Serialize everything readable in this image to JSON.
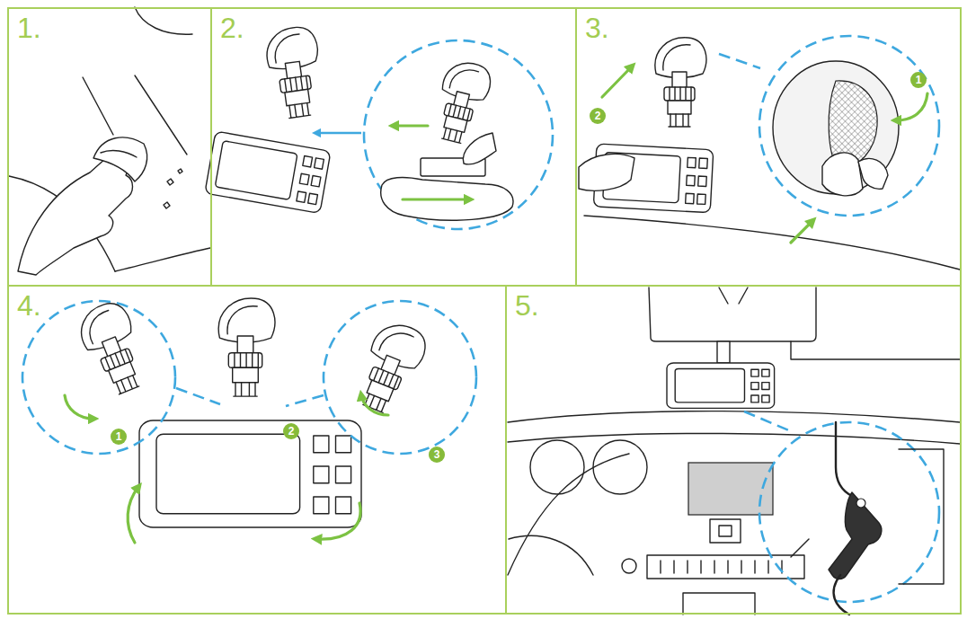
{
  "diagram": {
    "nodes": [
      {
        "text": [
          "1."
        ]
      },
      {
        "text": [
          "2."
        ]
      },
      {
        "text": [
          "3."
        ]
      },
      {
        "text": [
          "1"
        ],
        "in": 2
      },
      {
        "text": [
          "2"
        ],
        "in": 2
      },
      {
        "text": [
          "4."
        ]
      },
      {
        "text": [
          "1"
        ],
        "in": 5
      },
      {
        "text": [
          "2"
        ],
        "in": 5
      },
      {
        "text": [
          "3"
        ],
        "in": 5
      },
      {
        "text": [
          "5."
        ]
      }
    ]
  }
}
